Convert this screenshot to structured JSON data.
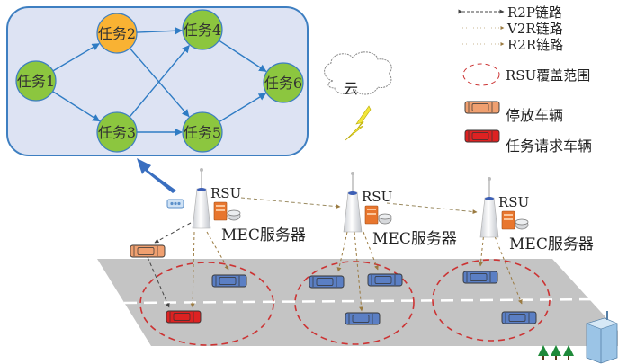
{
  "task_graph": {
    "nodes": [
      {
        "id": "1",
        "label": "任务1",
        "color": "#8cc63f"
      },
      {
        "id": "2",
        "label": "任务2",
        "color": "#f9b233"
      },
      {
        "id": "3",
        "label": "任务3",
        "color": "#8cc63f"
      },
      {
        "id": "4",
        "label": "任务4",
        "color": "#8cc63f"
      },
      {
        "id": "5",
        "label": "任务5",
        "color": "#8cc63f"
      },
      {
        "id": "6",
        "label": "任务6",
        "color": "#8cc63f"
      }
    ],
    "edges": [
      [
        "1",
        "2"
      ],
      [
        "1",
        "3"
      ],
      [
        "2",
        "4"
      ],
      [
        "2",
        "5"
      ],
      [
        "3",
        "4"
      ],
      [
        "3",
        "5"
      ],
      [
        "4",
        "6"
      ],
      [
        "5",
        "6"
      ]
    ]
  },
  "cloud": {
    "label": "云"
  },
  "rsu_units": [
    {
      "label": "RSU",
      "server_label": "MEC服务器"
    },
    {
      "label": "RSU",
      "server_label": "MEC服务器"
    },
    {
      "label": "RSU",
      "server_label": "MEC服务器"
    }
  ],
  "legend": {
    "r2p": "R2P链路",
    "v2r": "V2R链路",
    "r2r": "R2R链路",
    "coverage": "RSU覆盖范围",
    "parked": "停放车辆",
    "requesting": "任务请求车辆"
  },
  "colors": {
    "graph_bg": "#dde3f3",
    "graph_border": "#3e7fc1",
    "edge": "#2f7cc4",
    "road": "#c4c4c4",
    "coverage": "#cc3333",
    "parked_car": "#f0a070",
    "request_car": "#dd2222",
    "normal_car": "#5b7fc4"
  }
}
